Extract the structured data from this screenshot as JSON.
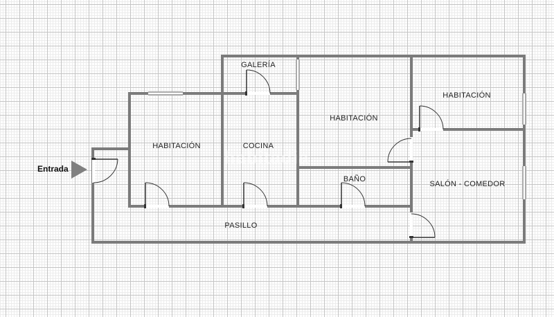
{
  "entrance": {
    "label": "Entrada"
  },
  "watermark": "habitadia",
  "rooms": {
    "galeria": "GALERÍA",
    "habitacion_1": "HABITACIÓN",
    "cocina": "COCINA",
    "habitacion_2": "HABITACIÓN",
    "habitacion_3": "HABITACIÓN",
    "bano": "BAÑO",
    "salon_comedor": "SALÓN - COMEDOR",
    "pasillo": "PASILLO"
  },
  "colors": {
    "wall": "#7b7b7b",
    "grid_major": "#c4c4c4",
    "grid_minor": "#ececec",
    "entrance_arrow": "#808080"
  }
}
